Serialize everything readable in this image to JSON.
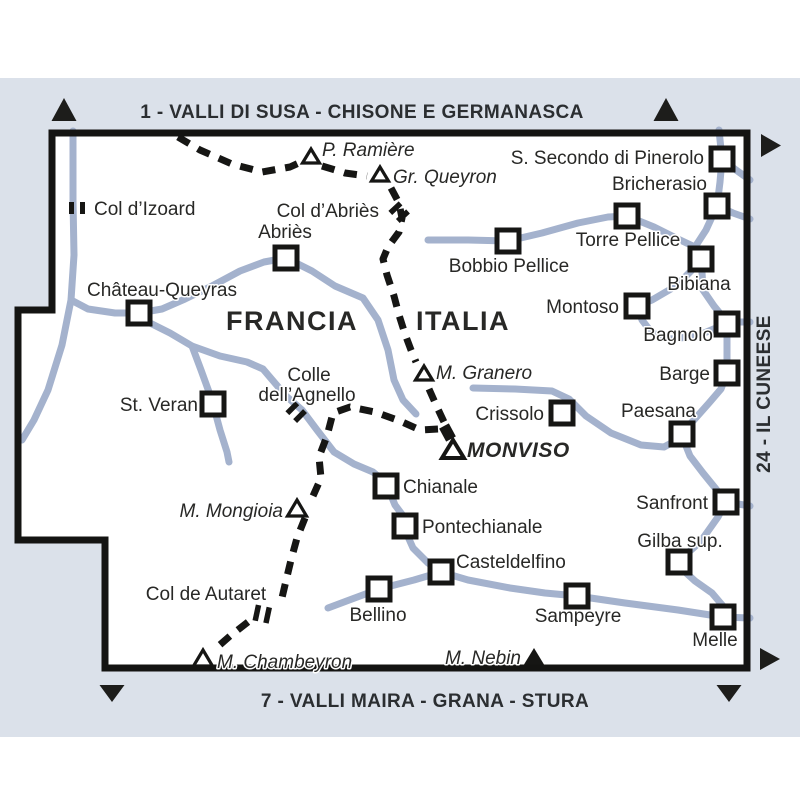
{
  "titles": {
    "top": "1 - VALLI DI SUSA - CHISONE E GERMANASCA",
    "bottom": "7 - VALLI MAIRA - GRANA - STURA",
    "right": "24 - IL CUNEESE"
  },
  "countries": {
    "francia": "FRANCIA",
    "italia": "ITALIA"
  },
  "towns": {
    "abries": "Abriès",
    "chateau_queyras": "Château-Queyras",
    "st_veran": "St. Veran",
    "bobbio_pellice": "Bobbio Pellice",
    "torre_pellice": "Torre Pellice",
    "s_secondo": "S. Secondo di Pinerolo",
    "bricherasio": "Bricherasio",
    "bibiana": "Bibiana",
    "montoso": "Montoso",
    "bagnolo": "Bagnolo",
    "barge": "Barge",
    "paesana": "Paesana",
    "crissolo": "Crissolo",
    "chianale": "Chianale",
    "pontechianale": "Pontechianale",
    "casteldelfino": "Casteldelfino",
    "bellino": "Bellino",
    "sampeyre": "Sampeyre",
    "melle": "Melle",
    "sanfront": "Sanfront",
    "gilba": "Gilba sup."
  },
  "peaks": {
    "ramiere": "P. Ramière",
    "queyron": "Gr. Queyron",
    "granero": "M. Granero",
    "monviso": "MONVISO",
    "mongioia": "M. Mongioia",
    "chambeyron": "M. Chambeyron",
    "nebin": "M. Nebin"
  },
  "passes": {
    "izoard": "Col d’Izoard",
    "col_abries": "Col d’Abriès",
    "agnello_line1": "Colle",
    "agnello_line2": "dell’Agnello",
    "autaret": "Col de Autaret"
  },
  "colors": {
    "road": "#a4b2cd",
    "panel_background": "#dbe1ea",
    "ink": "#161614",
    "map_background": "#ffffff"
  }
}
